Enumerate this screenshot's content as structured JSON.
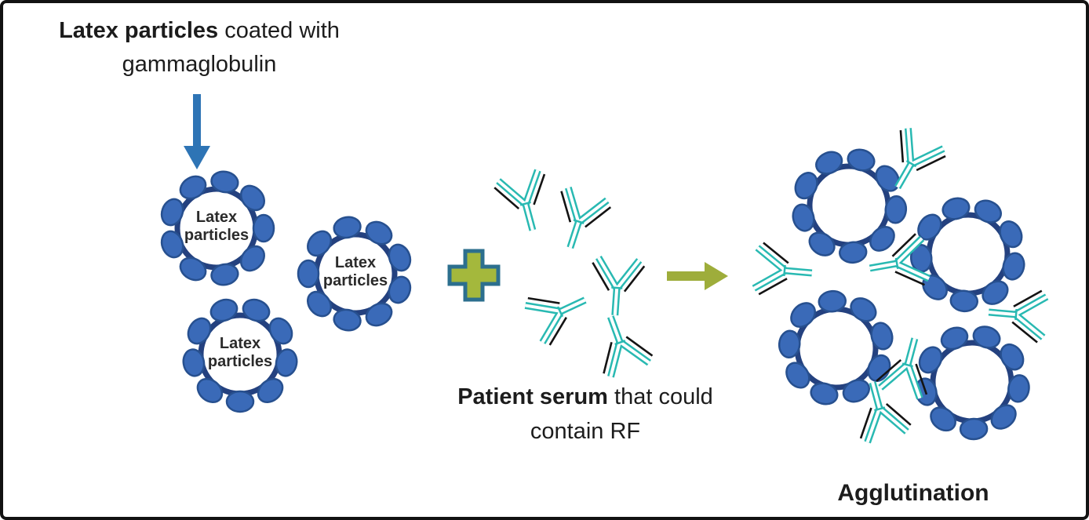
{
  "labels": {
    "title_bold": "Latex particles",
    "title_rest": " coated with",
    "title_line2": "gammaglobulin",
    "latex_particle": "Latex particles",
    "serum_bold": "Patient serum",
    "serum_rest": " that could",
    "serum_line2": "contain RF",
    "agglutination": "Agglutination"
  },
  "icons": {
    "plus_icon": "plus",
    "down_arrow_icon": "arrow-down",
    "right_arrow_icon": "arrow-right",
    "antibody_icon": "Y-shaped antibody",
    "latex_particle_icon": "ringed circle with bead coating"
  },
  "colors": {
    "particle_ring": "#24417f",
    "bead_fill": "#3a6ab8",
    "bead_stroke": "#27508f",
    "antibody_teal": "#29b9b2",
    "antibody_accent": "#141414",
    "plus_fill": "#a4b83c",
    "plus_stroke": "#2c6f8e",
    "down_arrow": "#2e74b5",
    "right_arrow": "#9ead3b",
    "border": "#121212",
    "text": "#1c1c1c"
  }
}
